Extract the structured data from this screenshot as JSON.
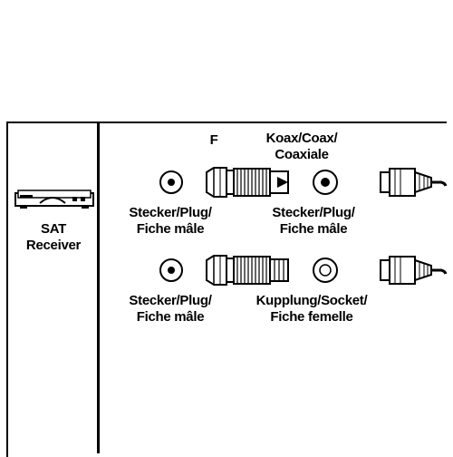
{
  "receiver": {
    "line1": "SAT",
    "line2": "Receiver"
  },
  "top_row": {
    "connector_label": "F",
    "coax_label_line1": "Koax/Coax/",
    "coax_label_line2": "Coaxiale",
    "left_label_line1": "Stecker/Plug/",
    "left_label_line2": "Fiche mâle",
    "right_label_line1": "Stecker/Plug/",
    "right_label_line2": "Fiche mâle"
  },
  "bottom_row": {
    "left_label_line1": "Stecker/Plug/",
    "left_label_line2": "Fiche mâle",
    "right_label_line1": "Kupplung/Socket/",
    "right_label_line2": "Fiche femelle"
  }
}
